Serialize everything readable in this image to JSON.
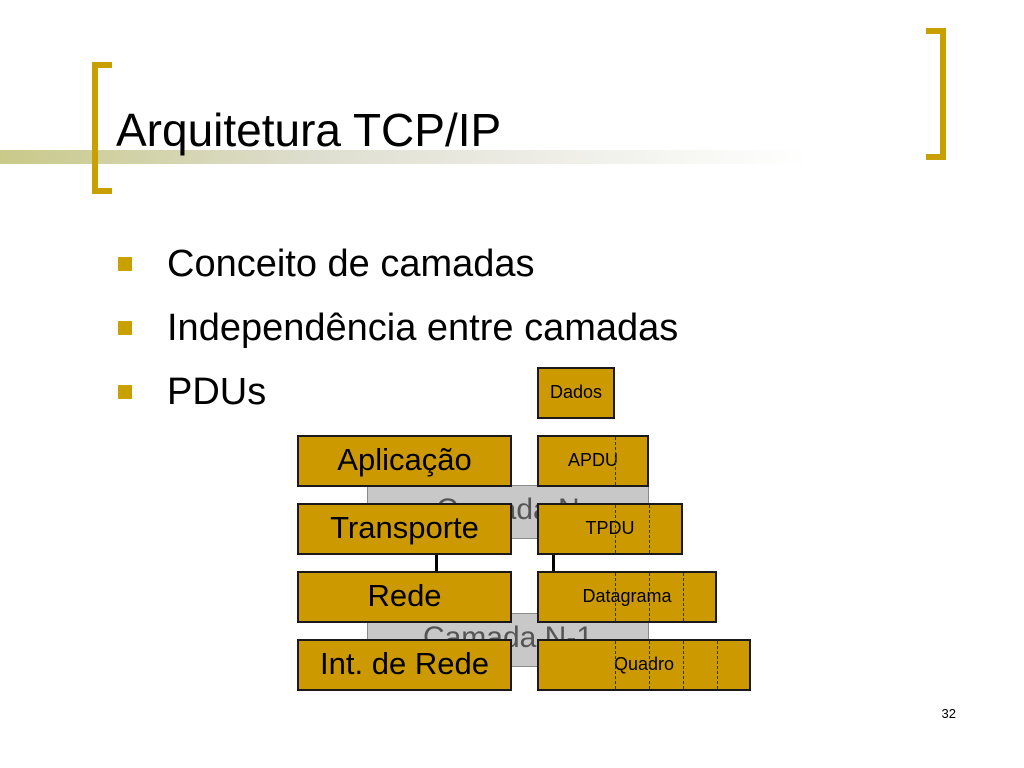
{
  "title": "Arquitetura TCP/IP",
  "bullets": [
    "Conceito de camadas",
    "Independência entre camadas",
    "PDUs"
  ],
  "diagram": {
    "layers": [
      "Aplicação",
      "Transporte",
      "Rede",
      "Int. de Rede"
    ],
    "pdus": [
      "Dados",
      "APDU",
      "TPDU",
      "Datagrama",
      "Quadro"
    ],
    "background_boxes": [
      "Camada N",
      "Camada N-1"
    ]
  },
  "page_number": "32",
  "colors": {
    "accent": "#cc9900",
    "bracket": "#c8a000",
    "gray_box": "#c8c8c8"
  }
}
